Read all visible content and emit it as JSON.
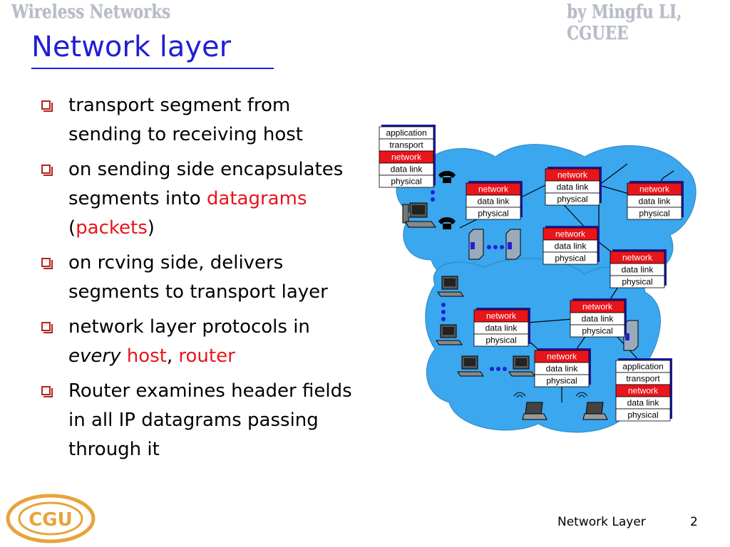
{
  "watermark": {
    "left": "Wireless Networks",
    "right": "by Mingfu LI, CGUEE"
  },
  "title": "Network layer",
  "bullets": [
    {
      "parts": [
        {
          "text": "transport segment from sending to receiving host",
          "style": "normal"
        }
      ]
    },
    {
      "parts": [
        {
          "text": "on sending side encapsulates segments into ",
          "style": "normal"
        },
        {
          "text": "datagrams",
          "style": "red"
        },
        {
          "text": " (",
          "style": "normal"
        },
        {
          "text": "packets",
          "style": "red"
        },
        {
          "text": ")",
          "style": "normal"
        }
      ]
    },
    {
      "parts": [
        {
          "text": "on rcving side, delivers segments to transport layer",
          "style": "normal"
        }
      ]
    },
    {
      "parts": [
        {
          "text": "network layer protocols in ",
          "style": "normal"
        },
        {
          "text": "every",
          "style": "italic"
        },
        {
          "text": " ",
          "style": "normal"
        },
        {
          "text": "host",
          "style": "red"
        },
        {
          "text": ", ",
          "style": "normal"
        },
        {
          "text": "router",
          "style": "red"
        }
      ]
    },
    {
      "parts": [
        {
          "text": "Router examines header fields in all IP datagrams passing through it",
          "style": "normal"
        }
      ]
    }
  ],
  "diagram": {
    "host_stack": [
      "application",
      "transport",
      "network",
      "data link",
      "physical"
    ],
    "router_stack": [
      "network",
      "data link",
      "physical"
    ]
  },
  "footer": {
    "label": "Network Layer",
    "page": "2"
  },
  "logo_text": "CGU",
  "colors": {
    "title": "#1f1fd6",
    "accent_red": "#e8151b",
    "cloud": "#3aa7ee",
    "bullet": "#b22222"
  }
}
